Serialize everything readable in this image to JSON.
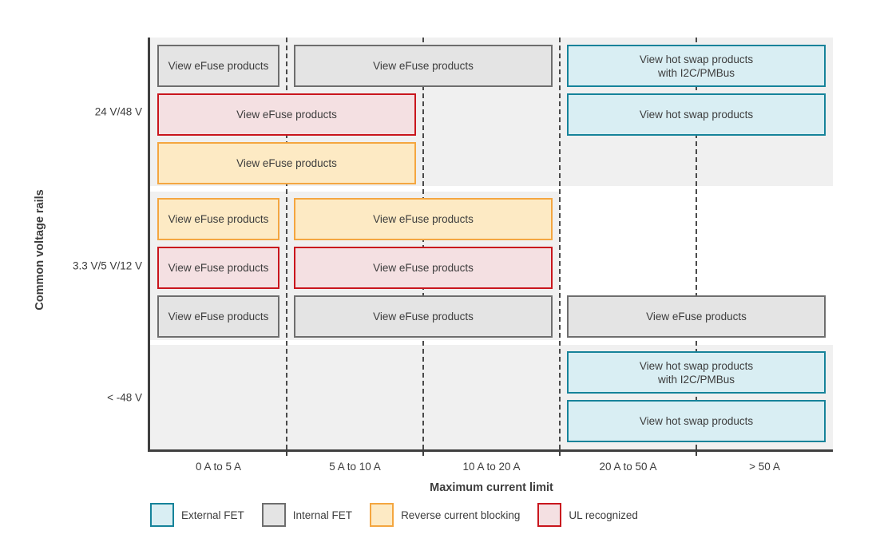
{
  "chart_data": {
    "type": "table",
    "xlabel": "Maximum current limit",
    "ylabel": "Common voltage rails",
    "x_categories": [
      "0 A to 5 A",
      "5 A to 10 A",
      "10 A to 20 A",
      "20 A to 50 A",
      "> 50 A"
    ],
    "y_categories": [
      "24 V/48 V",
      "3.3 V/5 V/12 V",
      "< -48 V"
    ],
    "legend_position": "bottom",
    "legend": [
      {
        "key": "external-fet",
        "label": "External FET"
      },
      {
        "key": "internal-fet",
        "label": "Internal FET"
      },
      {
        "key": "reverse-current-blocking",
        "label": "Reverse current blocking"
      },
      {
        "key": "ul-recognized",
        "label": "UL recognized"
      }
    ],
    "colors": {
      "external-fet": {
        "fill": "#d9eef3",
        "border": "#16839a"
      },
      "internal-fet": {
        "fill": "#e4e4e4",
        "border": "#6e6e6e"
      },
      "reverse-current-blocking": {
        "fill": "#fdeac4",
        "border": "#f4a640"
      },
      "ul-recognized": {
        "fill": "#f4e0e2",
        "border": "#c9161d"
      },
      "row_background": "#f0f0f0",
      "axis": "#3f3f3f",
      "text": "#3d3d3d"
    },
    "row_background_spans": [
      {
        "row": 0,
        "col_start": 0,
        "col_end": 4
      },
      {
        "row": 1,
        "col_start": 0,
        "col_end": 2
      },
      {
        "row": 2,
        "col_start": 0,
        "col_end": 4
      }
    ],
    "boxes": [
      {
        "name": "efuse-link",
        "row": 0,
        "slot": 0,
        "col_start": 0,
        "col_end": 0,
        "category": "internal-fet",
        "lines": [
          "View eFuse products"
        ]
      },
      {
        "name": "efuse-link",
        "row": 0,
        "slot": 0,
        "col_start": 1,
        "col_end": 2,
        "category": "internal-fet",
        "lines": [
          "View eFuse products"
        ]
      },
      {
        "name": "hot-swap-i2c-link",
        "row": 0,
        "slot": 0,
        "col_start": 3,
        "col_end": 4,
        "category": "external-fet",
        "lines": [
          "View hot swap products",
          "with I2C/PMBus"
        ]
      },
      {
        "name": "efuse-link",
        "row": 0,
        "slot": 1,
        "col_start": 0,
        "col_end": 1,
        "category": "ul-recognized",
        "lines": [
          "View eFuse products"
        ]
      },
      {
        "name": "hot-swap-link",
        "row": 0,
        "slot": 1,
        "col_start": 3,
        "col_end": 4,
        "category": "external-fet",
        "lines": [
          "View hot swap products"
        ]
      },
      {
        "name": "efuse-link",
        "row": 0,
        "slot": 2,
        "col_start": 0,
        "col_end": 1,
        "category": "reverse-current-blocking",
        "lines": [
          "View eFuse products"
        ]
      },
      {
        "name": "efuse-link",
        "row": 1,
        "slot": 0,
        "col_start": 0,
        "col_end": 0,
        "category": "reverse-current-blocking",
        "lines": [
          "View eFuse products"
        ]
      },
      {
        "name": "efuse-link",
        "row": 1,
        "slot": 0,
        "col_start": 1,
        "col_end": 2,
        "category": "reverse-current-blocking",
        "lines": [
          "View eFuse products"
        ]
      },
      {
        "name": "efuse-link",
        "row": 1,
        "slot": 1,
        "col_start": 0,
        "col_end": 0,
        "category": "ul-recognized",
        "lines": [
          "View eFuse products"
        ]
      },
      {
        "name": "efuse-link",
        "row": 1,
        "slot": 1,
        "col_start": 1,
        "col_end": 2,
        "category": "ul-recognized",
        "lines": [
          "View eFuse products"
        ]
      },
      {
        "name": "efuse-link",
        "row": 1,
        "slot": 2,
        "col_start": 0,
        "col_end": 0,
        "category": "internal-fet",
        "lines": [
          "View eFuse products"
        ]
      },
      {
        "name": "efuse-link",
        "row": 1,
        "slot": 2,
        "col_start": 1,
        "col_end": 2,
        "category": "internal-fet",
        "lines": [
          "View eFuse products"
        ]
      },
      {
        "name": "efuse-link",
        "row": 1,
        "slot": 2,
        "col_start": 3,
        "col_end": 4,
        "category": "internal-fet",
        "lines": [
          "View eFuse products"
        ]
      },
      {
        "name": "hot-swap-i2c-link",
        "row": 2,
        "slot": 0,
        "col_start": 3,
        "col_end": 4,
        "category": "external-fet",
        "lines": [
          "View hot swap products",
          "with I2C/PMBus"
        ]
      },
      {
        "name": "hot-swap-link",
        "row": 2,
        "slot": 1,
        "col_start": 3,
        "col_end": 4,
        "category": "external-fet",
        "lines": [
          "View hot swap products"
        ]
      }
    ]
  }
}
